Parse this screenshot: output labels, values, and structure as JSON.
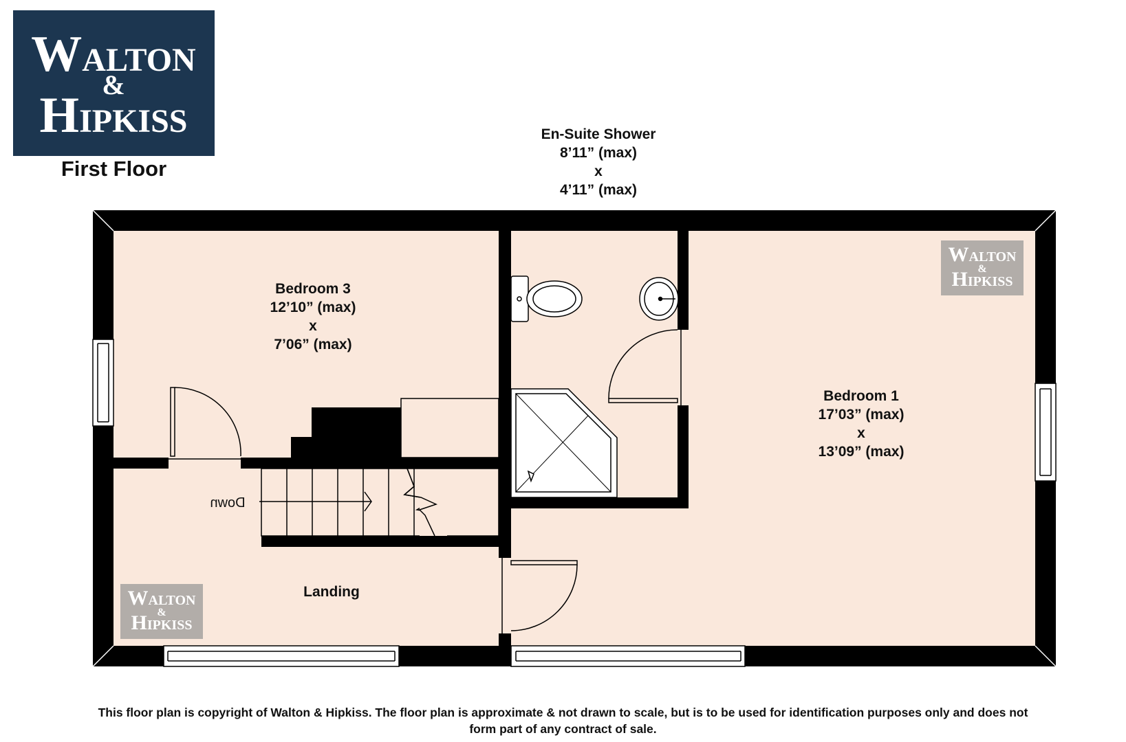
{
  "brand": {
    "line1_cap": "W",
    "line1_rest": "ALTON",
    "amp": "&",
    "line2_cap": "H",
    "line2_rest": "IPKISS",
    "navy": "#1c3650",
    "watermark_grey": "#b2ada9"
  },
  "floor_title": "First Floor",
  "rooms": {
    "ensuite": {
      "name": "En-Suite Shower",
      "dim1": "8’11” (max)",
      "x": "x",
      "dim2": "4’11” (max)"
    },
    "bedroom3": {
      "name": "Bedroom 3",
      "dim1": "12’10” (max)",
      "x": "x",
      "dim2": "7’06” (max)"
    },
    "bedroom1": {
      "name": "Bedroom 1",
      "dim1": "17’03” (max)",
      "x": "x",
      "dim2": "13’09” (max)"
    },
    "landing": {
      "name": "Landing"
    }
  },
  "stairs_label": "Down",
  "colors": {
    "wall": "#000000",
    "floor": "#fae8dc"
  },
  "footer_line1": "This floor plan is copyright of Walton & Hipkiss. The floor plan is approximate & not drawn to scale, but is to be used for identification purposes only and does not",
  "footer_line2": "form part of any contract of sale."
}
